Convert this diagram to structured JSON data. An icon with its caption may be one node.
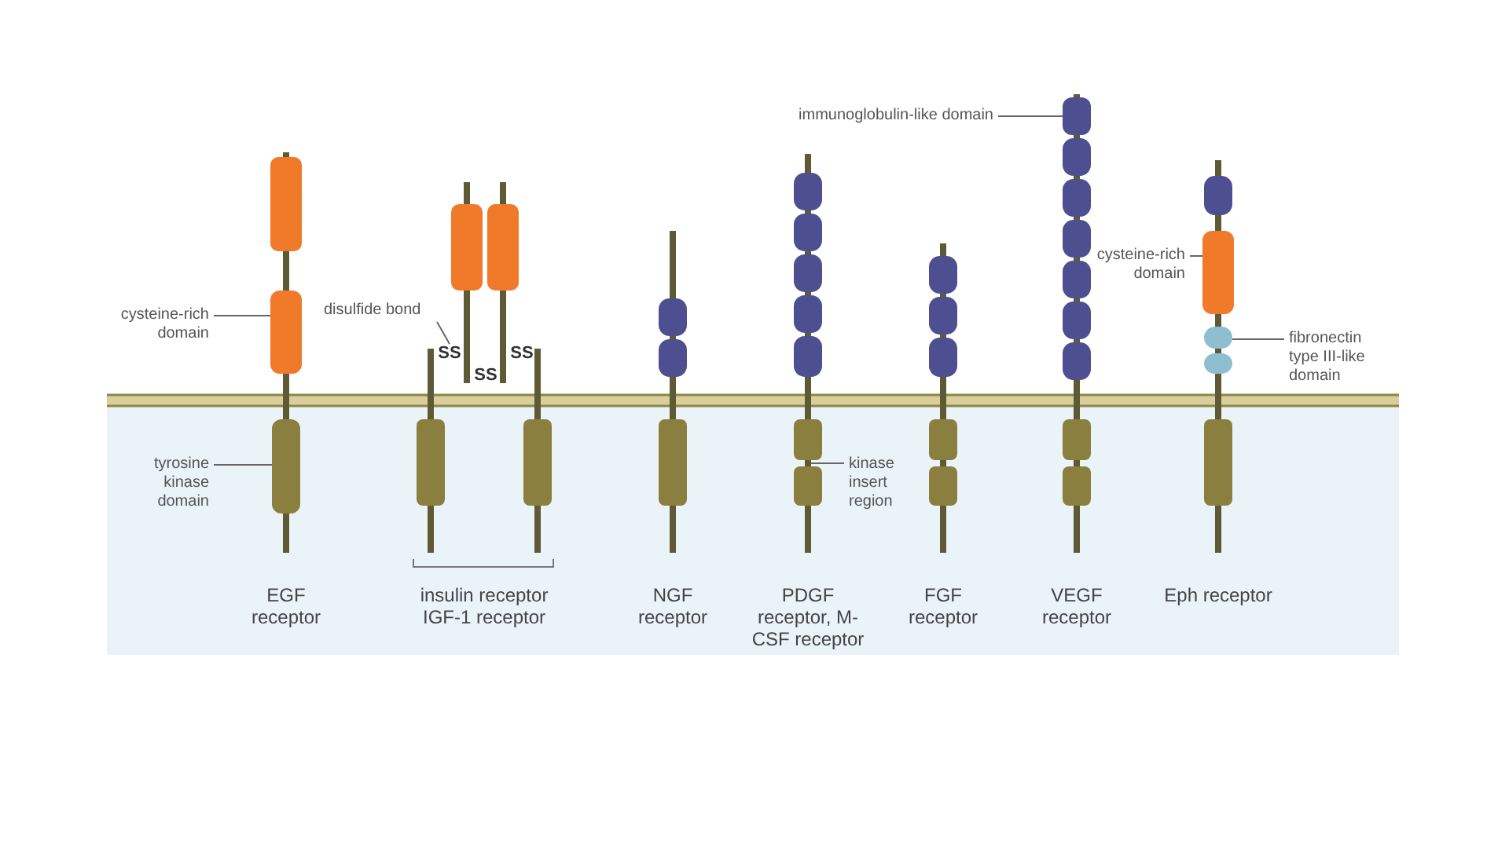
{
  "diagram": {
    "nodes": [
      {
        "text": [
          "immunoglobulin-like domain"
        ]
      },
      {
        "text": [],
        "shape": "box"
      },
      {
        "text": [
          "cysteine-rich domain"
        ]
      },
      {
        "text": [],
        "shape": "box"
      },
      {
        "text": [
          "cysteine-rich domain"
        ]
      },
      {
        "text": [],
        "shape": "box"
      },
      {
        "text": [
          "disulfide bond"
        ]
      },
      {
        "text": [
          "SS"
        ]
      },
      {
        "text": [
          "fibronectin type III-like domain"
        ]
      },
      {
        "text": [],
        "shape": "circle"
      },
      {
        "text": [
          "tyrosine kinase domain"
        ]
      },
      {
        "text": [],
        "shape": "box"
      },
      {
        "text": [
          "kinase insert region"
        ]
      }
    ],
    "edges": [
      {
        "from": 0,
        "to": 1,
        "arrow": "none"
      },
      {
        "from": 2,
        "to": 3,
        "arrow": "none"
      },
      {
        "from": 4,
        "to": 5,
        "arrow": "none"
      },
      {
        "from": 6,
        "to": 7,
        "arrow": "none"
      },
      {
        "from": 8,
        "to": 9,
        "arrow": "none"
      },
      {
        "from": 10,
        "to": 11,
        "arrow": "none"
      },
      {
        "from": 12,
        "to": null,
        "arrow": "none"
      }
    ],
    "labels": [
      "SS",
      "SS",
      "EGF receptor",
      "insulin receptor",
      "IGF-1 receptor",
      "NGF receptor",
      "PDGF receptor, M-CSF receptor",
      "FGF receptor",
      "VEGF receptor",
      "Eph receptor"
    ]
  }
}
